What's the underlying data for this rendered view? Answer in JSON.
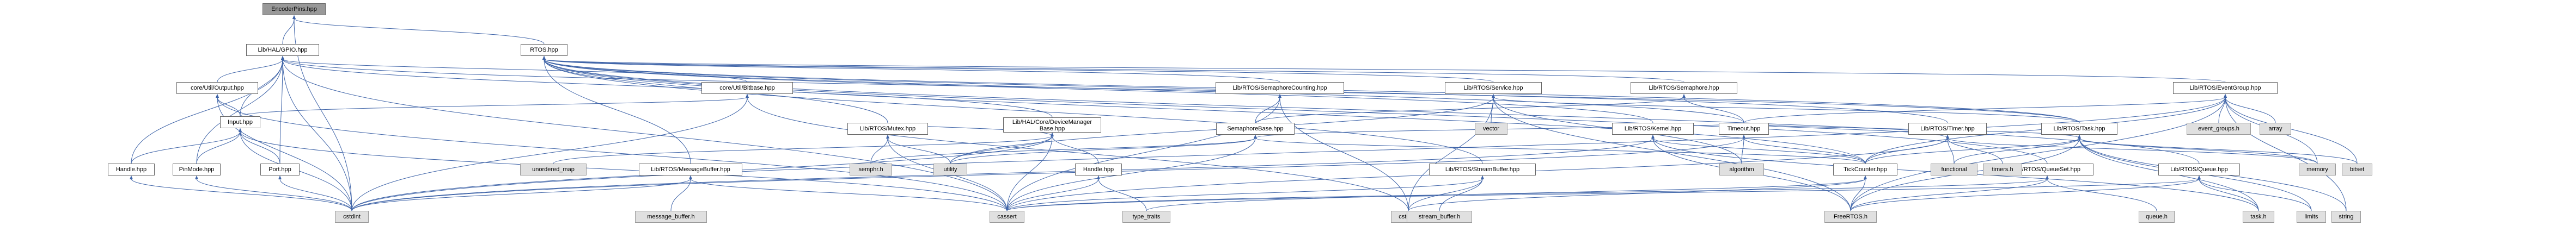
{
  "graph": {
    "root": "n_root",
    "nodes": [
      {
        "id": "n_root",
        "label": "EncoderPins.hpp",
        "kind": "root"
      },
      {
        "id": "n_gpio",
        "label": "Lib/HAL/GPIO.hpp",
        "kind": "file"
      },
      {
        "id": "n_rtos",
        "label": "RTOS.hpp",
        "kind": "file"
      },
      {
        "id": "n_output",
        "label": "core/Util/Output.hpp",
        "kind": "file"
      },
      {
        "id": "n_bitbase",
        "label": "core/Util/Bitbase.hpp",
        "kind": "file"
      },
      {
        "id": "n_semcount",
        "label": "Lib/RTOS/SemaphoreCounting.hpp",
        "kind": "file"
      },
      {
        "id": "n_service",
        "label": "Lib/RTOS/Service.hpp",
        "kind": "file"
      },
      {
        "id": "n_semaphore",
        "label": "Lib/RTOS/Semaphore.hpp",
        "kind": "file"
      },
      {
        "id": "n_eventgroup",
        "label": "Lib/RTOS/EventGroup.hpp",
        "kind": "file"
      },
      {
        "id": "n_input",
        "label": "Input.hpp",
        "kind": "file"
      },
      {
        "id": "n_devmgr",
        "label": "Lib/HAL/Core/DeviceManager Base.hpp",
        "kind": "file"
      },
      {
        "id": "n_sembase",
        "label": "SemaphoreBase.hpp",
        "kind": "file"
      },
      {
        "id": "n_mutex",
        "label": "Lib/RTOS/Mutex.hpp",
        "kind": "file"
      },
      {
        "id": "n_kernel",
        "label": "Lib/RTOS/Kernel.hpp",
        "kind": "file"
      },
      {
        "id": "n_timeout",
        "label": "Timeout.hpp",
        "kind": "file"
      },
      {
        "id": "n_timer",
        "label": "Lib/RTOS/Timer.hpp",
        "kind": "file"
      },
      {
        "id": "n_task",
        "label": "Lib/RTOS/Task.hpp",
        "kind": "file"
      },
      {
        "id": "n_handle1",
        "label": "Handle.hpp",
        "kind": "file"
      },
      {
        "id": "n_pinmode",
        "label": "PinMode.hpp",
        "kind": "file"
      },
      {
        "id": "n_port",
        "label": "Port.hpp",
        "kind": "file"
      },
      {
        "id": "n_msgbuf",
        "label": "Lib/RTOS/MessageBuffer.hpp",
        "kind": "file"
      },
      {
        "id": "n_handle2",
        "label": "Handle.hpp",
        "kind": "file"
      },
      {
        "id": "n_streambuf",
        "label": "Lib/RTOS/StreamBuffer.hpp",
        "kind": "file"
      },
      {
        "id": "n_tickcounter",
        "label": "TickCounter.hpp",
        "kind": "file"
      },
      {
        "id": "n_queueset",
        "label": "Lib/RTOS/QueueSet.hpp",
        "kind": "file"
      },
      {
        "id": "n_queue",
        "label": "Lib/RTOS/Queue.hpp",
        "kind": "file"
      },
      {
        "id": "n_cstdint",
        "label": "cstdint",
        "kind": "ext"
      },
      {
        "id": "n_cassert",
        "label": "cassert",
        "kind": "ext"
      },
      {
        "id": "n_cstddef",
        "label": "cstddef",
        "kind": "ext"
      },
      {
        "id": "n_freertos",
        "label": "FreeRTOS.h",
        "kind": "ext"
      },
      {
        "id": "n_typetraits",
        "label": "type_traits",
        "kind": "ext"
      },
      {
        "id": "n_tasknh",
        "label": "task.h",
        "kind": "ext"
      },
      {
        "id": "n_limits",
        "label": "limits",
        "kind": "ext"
      },
      {
        "id": "n_string",
        "label": "string",
        "kind": "ext"
      },
      {
        "id": "n_queueh",
        "label": "queue.h",
        "kind": "ext"
      },
      {
        "id": "n_streambufh",
        "label": "stream_buffer.h",
        "kind": "ext"
      },
      {
        "id": "n_msgbufh",
        "label": "message_buffer.h",
        "kind": "ext"
      },
      {
        "id": "n_unordmap",
        "label": "unordered_map",
        "kind": "ext"
      },
      {
        "id": "n_semphr",
        "label": "semphr.h",
        "kind": "ext"
      },
      {
        "id": "n_utility",
        "label": "utility",
        "kind": "ext"
      },
      {
        "id": "n_algorithm",
        "label": "algorithm",
        "kind": "ext"
      },
      {
        "id": "n_functional",
        "label": "functional",
        "kind": "ext"
      },
      {
        "id": "n_timersh",
        "label": "timers.h",
        "kind": "ext"
      },
      {
        "id": "n_memory",
        "label": "memory",
        "kind": "ext"
      },
      {
        "id": "n_bitset",
        "label": "bitset",
        "kind": "ext"
      },
      {
        "id": "n_vector",
        "label": "vector",
        "kind": "ext"
      },
      {
        "id": "n_eventgroupsh",
        "label": "event_groups.h",
        "kind": "ext"
      },
      {
        "id": "n_array",
        "label": "array",
        "kind": "ext"
      }
    ],
    "edges": [
      [
        "n_root",
        "n_gpio"
      ],
      [
        "n_root",
        "n_rtos"
      ],
      [
        "n_root",
        "n_cstdint"
      ],
      [
        "n_gpio",
        "n_output"
      ],
      [
        "n_gpio",
        "n_bitbase"
      ],
      [
        "n_gpio",
        "n_input"
      ],
      [
        "n_gpio",
        "n_handle1"
      ],
      [
        "n_gpio",
        "n_pinmode"
      ],
      [
        "n_gpio",
        "n_port"
      ],
      [
        "n_gpio",
        "n_cstdint"
      ],
      [
        "n_gpio",
        "n_cassert"
      ],
      [
        "n_gpio",
        "n_devmgr"
      ],
      [
        "n_gpio",
        "n_task"
      ],
      [
        "n_output",
        "n_input"
      ],
      [
        "n_output",
        "n_cstdint"
      ],
      [
        "n_output",
        "n_cassert"
      ],
      [
        "n_bitbase",
        "n_input"
      ],
      [
        "n_bitbase",
        "n_cstdint"
      ],
      [
        "n_bitbase",
        "n_cstddef"
      ],
      [
        "n_input",
        "n_handle1"
      ],
      [
        "n_input",
        "n_pinmode"
      ],
      [
        "n_input",
        "n_port"
      ],
      [
        "n_input",
        "n_cstdint"
      ],
      [
        "n_input",
        "n_cassert"
      ],
      [
        "n_handle1",
        "n_cstdint"
      ],
      [
        "n_pinmode",
        "n_cstdint"
      ],
      [
        "n_port",
        "n_cstdint"
      ],
      [
        "n_devmgr",
        "n_mutex"
      ],
      [
        "n_devmgr",
        "n_utility"
      ],
      [
        "n_devmgr",
        "n_unordmap"
      ],
      [
        "n_devmgr",
        "n_handle2"
      ],
      [
        "n_devmgr",
        "n_cassert"
      ],
      [
        "n_devmgr",
        "n_cstdint"
      ],
      [
        "n_rtos",
        "n_semcount"
      ],
      [
        "n_rtos",
        "n_service"
      ],
      [
        "n_rtos",
        "n_semaphore"
      ],
      [
        "n_rtos",
        "n_eventgroup"
      ],
      [
        "n_rtos",
        "n_msgbuf"
      ],
      [
        "n_rtos",
        "n_kernel"
      ],
      [
        "n_rtos",
        "n_timer"
      ],
      [
        "n_rtos",
        "n_task"
      ],
      [
        "n_rtos",
        "n_mutex"
      ],
      [
        "n_rtos",
        "n_streambuf"
      ],
      [
        "n_rtos",
        "n_queueset"
      ],
      [
        "n_rtos",
        "n_queue"
      ],
      [
        "n_rtos",
        "n_timeout"
      ],
      [
        "n_rtos",
        "n_tickcounter"
      ],
      [
        "n_semcount",
        "n_sembase"
      ],
      [
        "n_semcount",
        "n_cassert"
      ],
      [
        "n_semcount",
        "n_cstddef"
      ],
      [
        "n_service",
        "n_task"
      ],
      [
        "n_service",
        "n_vector"
      ],
      [
        "n_service",
        "n_utility"
      ],
      [
        "n_service",
        "n_freertos"
      ],
      [
        "n_service",
        "n_cstddef"
      ],
      [
        "n_service",
        "n_algorithm"
      ],
      [
        "n_semaphore",
        "n_sembase"
      ],
      [
        "n_semaphore",
        "n_timeout"
      ],
      [
        "n_eventgroup",
        "n_timeout"
      ],
      [
        "n_eventgroup",
        "n_tickcounter"
      ],
      [
        "n_eventgroup",
        "n_eventgroupsh"
      ],
      [
        "n_eventgroup",
        "n_array"
      ],
      [
        "n_eventgroup",
        "n_bitset"
      ],
      [
        "n_eventgroup",
        "n_memory"
      ],
      [
        "n_eventgroup",
        "n_string"
      ],
      [
        "n_eventgroup",
        "n_freertos"
      ],
      [
        "n_eventgroup",
        "n_cstdint"
      ],
      [
        "n_sembase",
        "n_semphr"
      ],
      [
        "n_sembase",
        "n_cassert"
      ],
      [
        "n_sembase",
        "n_utility"
      ],
      [
        "n_sembase",
        "n_timeout"
      ],
      [
        "n_sembase",
        "n_tickcounter"
      ],
      [
        "n_mutex",
        "n_semphr"
      ],
      [
        "n_mutex",
        "n_utility"
      ],
      [
        "n_mutex",
        "n_cassert"
      ],
      [
        "n_kernel",
        "n_tickcounter"
      ],
      [
        "n_kernel",
        "n_freertos"
      ],
      [
        "n_kernel",
        "n_tasknh"
      ],
      [
        "n_kernel",
        "n_cstdint"
      ],
      [
        "n_timeout",
        "n_tickcounter"
      ],
      [
        "n_timeout",
        "n_algorithm"
      ],
      [
        "n_timeout",
        "n_cstdint"
      ],
      [
        "n_timer",
        "n_timeout"
      ],
      [
        "n_timer",
        "n_functional"
      ],
      [
        "n_timer",
        "n_timersh"
      ],
      [
        "n_timer",
        "n_memory"
      ],
      [
        "n_timer",
        "n_tickcounter"
      ],
      [
        "n_timer",
        "n_cassert"
      ],
      [
        "n_task",
        "n_tickcounter"
      ],
      [
        "n_task",
        "n_timeout"
      ],
      [
        "n_task",
        "n_functional"
      ],
      [
        "n_task",
        "n_bitset"
      ],
      [
        "n_task",
        "n_limits"
      ],
      [
        "n_task",
        "n_string"
      ],
      [
        "n_task",
        "n_memory"
      ],
      [
        "n_task",
        "n_tasknh"
      ],
      [
        "n_task",
        "n_freertos"
      ],
      [
        "n_msgbuf",
        "n_msgbufh"
      ],
      [
        "n_msgbuf",
        "n_cassert"
      ],
      [
        "n_msgbuf",
        "n_cstdint"
      ],
      [
        "n_handle2",
        "n_typetraits"
      ],
      [
        "n_handle2",
        "n_cassert"
      ],
      [
        "n_streambuf",
        "n_streambufh"
      ],
      [
        "n_streambuf",
        "n_cstddef"
      ],
      [
        "n_streambuf",
        "n_cassert"
      ],
      [
        "n_tickcounter",
        "n_freertos"
      ],
      [
        "n_tickcounter",
        "n_typetraits"
      ],
      [
        "n_tickcounter",
        "n_cstddef"
      ],
      [
        "n_queueset",
        "n_queueh"
      ],
      [
        "n_queueset",
        "n_freertos"
      ],
      [
        "n_queueset",
        "n_cassert"
      ],
      [
        "n_queue",
        "n_limits"
      ],
      [
        "n_queue",
        "n_freertos"
      ],
      [
        "n_queue",
        "n_tasknh"
      ],
      [
        "n_queue",
        "n_cassert"
      ]
    ]
  }
}
